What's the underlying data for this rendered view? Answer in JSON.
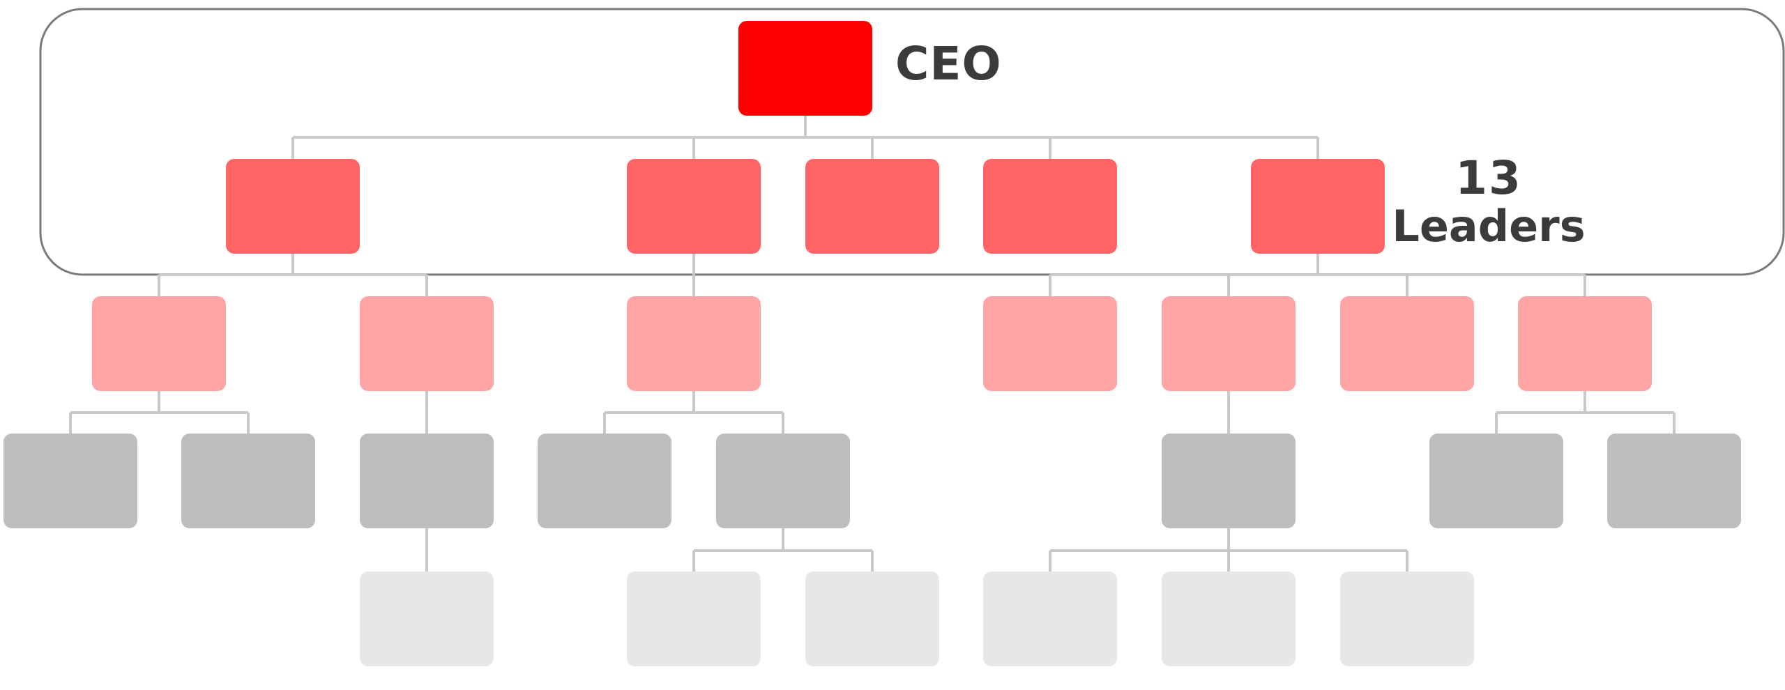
{
  "ceo_label": "CEO",
  "leaders": {
    "count": "13",
    "word": "Leaders"
  },
  "colors": {
    "ceo": "#ff0000",
    "leader": "#ff6363",
    "level3": "#ffa5a5",
    "level4": "#bebebe",
    "level5": "#e8e6e7",
    "connector": "#c8c8c8",
    "frame": "#7a7a7a",
    "text": "#3b3b3b"
  }
}
